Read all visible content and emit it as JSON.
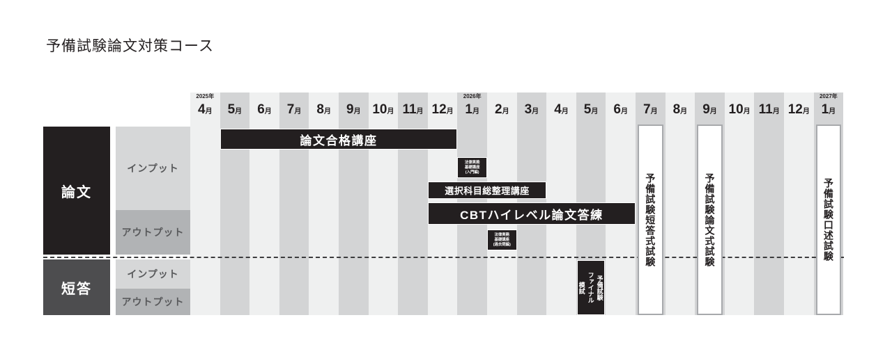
{
  "page": {
    "title": "予備試験論文対策コース"
  },
  "categories": [
    {
      "name": "論文",
      "rows": [
        "インプット",
        "アウトプット"
      ]
    },
    {
      "name": "短答",
      "rows": [
        "インプット",
        "アウトプット"
      ]
    }
  ],
  "timeline": {
    "month_suffix": "月",
    "columns": [
      {
        "year": "2025年",
        "month": "4",
        "shaded": false
      },
      {
        "year": "",
        "month": "5",
        "shaded": true
      },
      {
        "year": "",
        "month": "6",
        "shaded": false
      },
      {
        "year": "",
        "month": "7",
        "shaded": true
      },
      {
        "year": "",
        "month": "8",
        "shaded": false
      },
      {
        "year": "",
        "month": "9",
        "shaded": true
      },
      {
        "year": "",
        "month": "10",
        "shaded": false
      },
      {
        "year": "",
        "month": "11",
        "shaded": true
      },
      {
        "year": "",
        "month": "12",
        "shaded": false
      },
      {
        "year": "2026年",
        "month": "1",
        "shaded": true
      },
      {
        "year": "",
        "month": "2",
        "shaded": false
      },
      {
        "year": "",
        "month": "3",
        "shaded": true
      },
      {
        "year": "",
        "month": "4",
        "shaded": false
      },
      {
        "year": "",
        "month": "5",
        "shaded": true
      },
      {
        "year": "",
        "month": "6",
        "shaded": false
      },
      {
        "year": "",
        "month": "7",
        "shaded": true
      },
      {
        "year": "",
        "month": "8",
        "shaded": false
      },
      {
        "year": "",
        "month": "9",
        "shaded": true
      },
      {
        "year": "",
        "month": "10",
        "shaded": false
      },
      {
        "year": "",
        "month": "11",
        "shaded": true
      },
      {
        "year": "",
        "month": "12",
        "shaded": false
      },
      {
        "year": "2027年",
        "month": "1",
        "shaded": true
      }
    ]
  },
  "bars": [
    {
      "id": "ronbun-goukaku",
      "label": "論文合格講座",
      "style": "main",
      "start_month": "2025年5月",
      "end_month": "2025年12月"
    },
    {
      "id": "houritsu-jitsumu-nyumon",
      "lines": [
        "法律実務",
        "基礎講座",
        "(入門編)"
      ],
      "style": "tiny",
      "start_month": "2026年1月",
      "end_month": "2026年1月"
    },
    {
      "id": "sentaku-kamoku-souseiri",
      "label": "選択科目総整理講座",
      "style": "mid",
      "start_month": "2025年12月",
      "end_month": "2026年3月"
    },
    {
      "id": "cbt-high-level",
      "label": "CBTハイレベル論文答練",
      "style": "main",
      "start_month": "2025年12月",
      "end_month": "2026年6月"
    },
    {
      "id": "houritsu-jitsumu-kakomon",
      "lines": [
        "法律実務",
        "基礎講座",
        "(過去問編)"
      ],
      "style": "tiny",
      "start_month": "2026年2月",
      "end_month": "2026年2月"
    }
  ],
  "mock_exam": {
    "id": "yobi-final-moshi",
    "lines": [
      "予備試験",
      "ファイナル",
      "模試"
    ],
    "month": "2026年5月"
  },
  "exams": [
    {
      "id": "tanto-shiki",
      "label": "予備試験短答式試験",
      "month": "2026年7月"
    },
    {
      "id": "ronbun-shiki",
      "label": "予備試験論文式試験",
      "month": "2026年9月"
    },
    {
      "id": "koujutsu",
      "label": "予備試験口述試験",
      "month": "2027年1月"
    }
  ],
  "colors": {
    "bar_fill": "#231f20",
    "category_ronbun": "#231f20",
    "category_tanto": "#4d4d4f",
    "input_row": "#d6d7d8",
    "output_row": "#b1b3b5",
    "column_shaded": "#d3d4d5",
    "column_plain": "#eff0f0",
    "exam_border": "#a7a9ac"
  }
}
